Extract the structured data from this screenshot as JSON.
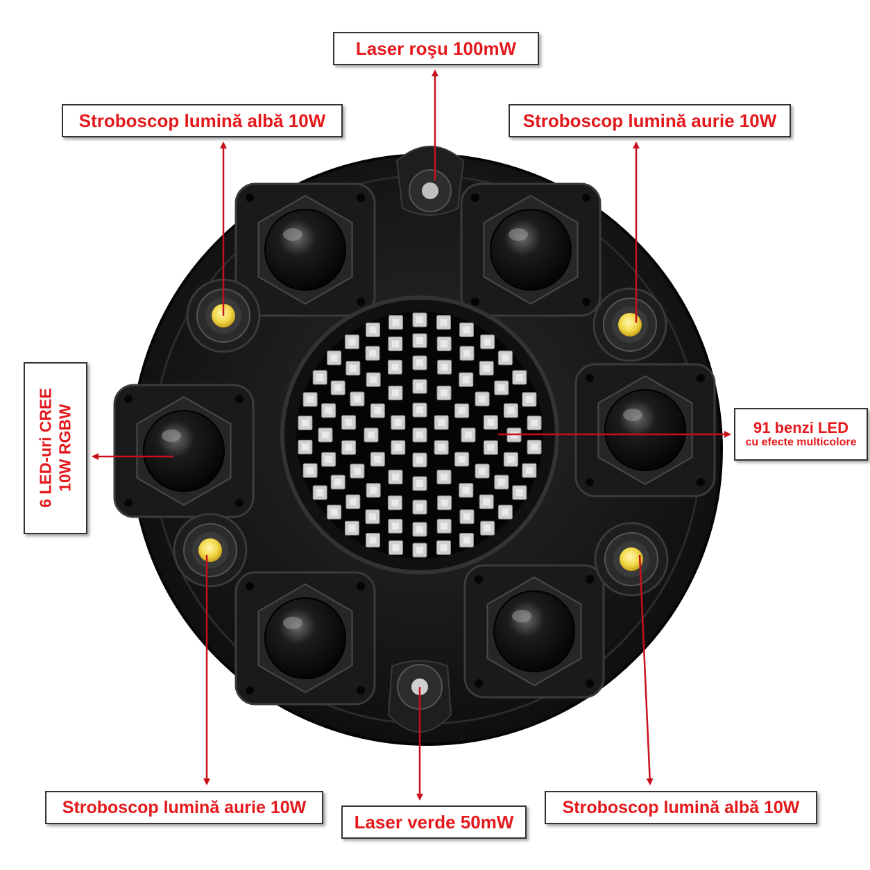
{
  "labels": {
    "laser_red": "Laser roşu 100mW",
    "strobe_white_top": "Stroboscop lumină albă 10W",
    "strobe_gold_top": "Stroboscop lumină aurie 10W",
    "cree_line1": "6 LED-uri CREE",
    "cree_line2": "10W RGBW",
    "led_bands_line1": "91 benzi LED",
    "led_bands_line2": "cu efecte multicolore",
    "strobe_gold_bottom": "Stroboscop lumină aurie 10W",
    "laser_green": "Laser verde 50mW",
    "strobe_white_bottom": "Stroboscop lumină albă 10W"
  },
  "colors": {
    "label_text": "#e3191c",
    "arrow": "#c8101a",
    "body": "#141414",
    "led_red": "#d9d9d9",
    "strobe_yellow": "#f2d94a"
  },
  "counts": {
    "led_bands": 91,
    "cree_leds": 6
  }
}
